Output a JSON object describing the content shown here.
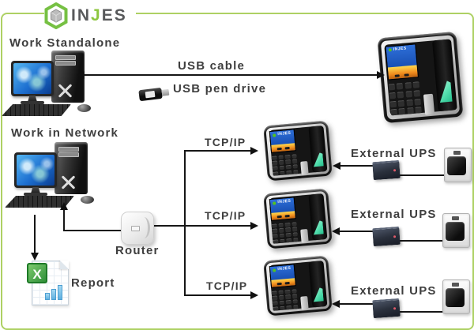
{
  "brand": {
    "logo_in": "IN",
    "logo_j": "J",
    "logo_es": "ES"
  },
  "labels": {
    "standalone": "Work Standalone",
    "network": "Work in Network",
    "usb_cable": "USB cable",
    "usb_pen_drive": "USB pen drive",
    "router": "Router",
    "report": "Report"
  },
  "tcpip_labels": [
    "TCP/IP",
    "TCP/IP",
    "TCP/IP"
  ],
  "ups_labels": [
    "External UPS",
    "External UPS",
    "External UPS"
  ],
  "terminal": {
    "screen_brand": "INJES"
  },
  "report_icon": {
    "letter": "X"
  },
  "colors": {
    "frame_green": "#aed164",
    "logo_green": "#76c043",
    "logo_j_green": "#8dc63f",
    "label_text": "#3e3e3e",
    "screen_blue": "#1d5fd0",
    "sensor_mint": "#49d6a8"
  }
}
